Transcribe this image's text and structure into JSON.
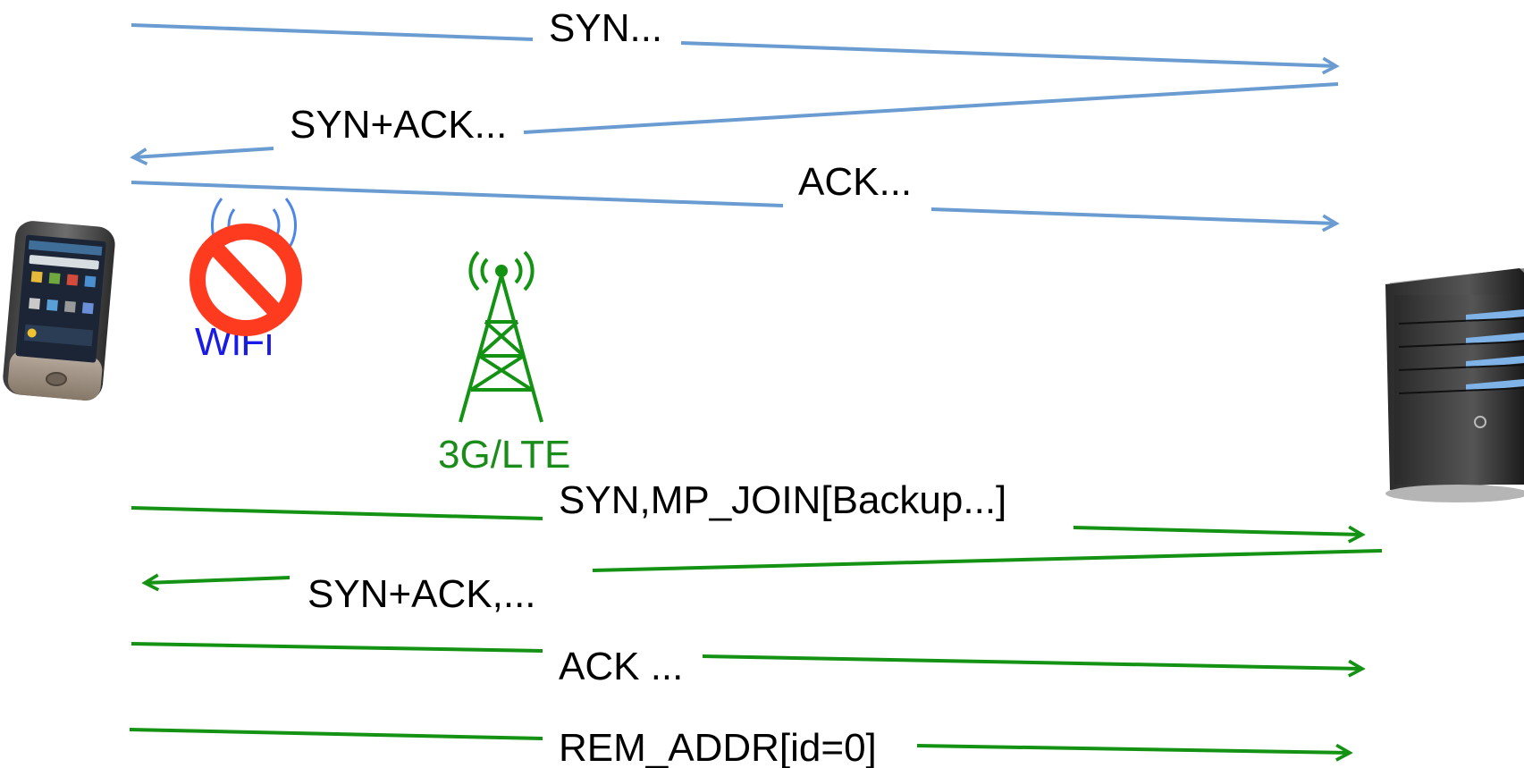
{
  "colors": {
    "wifi_flow": "#6a9bd1",
    "cellular_flow": "#139213",
    "wifi_label": "#1a1ae6",
    "cellular_label": "#1a8c1a",
    "block_sign": "#ff3b1f"
  },
  "endpoints": {
    "client": {
      "icon": "smartphone-icon"
    },
    "server": {
      "icon": "server-tower-icon"
    }
  },
  "networks": {
    "wifi": {
      "label": "WiFi",
      "icon": "wifi-signal-icon",
      "status_icon": "blocked-icon",
      "status": "blocked"
    },
    "cellular": {
      "label": "3G/LTE",
      "icon": "cell-tower-icon"
    }
  },
  "messages": [
    {
      "label": "SYN...",
      "direction": "client-to-server",
      "path": "wifi"
    },
    {
      "label": "SYN+ACK...",
      "direction": "server-to-client",
      "path": "wifi"
    },
    {
      "label": "ACK...",
      "direction": "client-to-server",
      "path": "wifi"
    },
    {
      "label": "SYN,MP_JOIN[Backup...]",
      "direction": "client-to-server",
      "path": "cellular"
    },
    {
      "label": "SYN+ACK,...",
      "direction": "server-to-client",
      "path": "cellular"
    },
    {
      "label": "ACK ...",
      "direction": "client-to-server",
      "path": "cellular"
    },
    {
      "label": "REM_ADDR[id=0]",
      "direction": "client-to-server",
      "path": "cellular"
    }
  ]
}
